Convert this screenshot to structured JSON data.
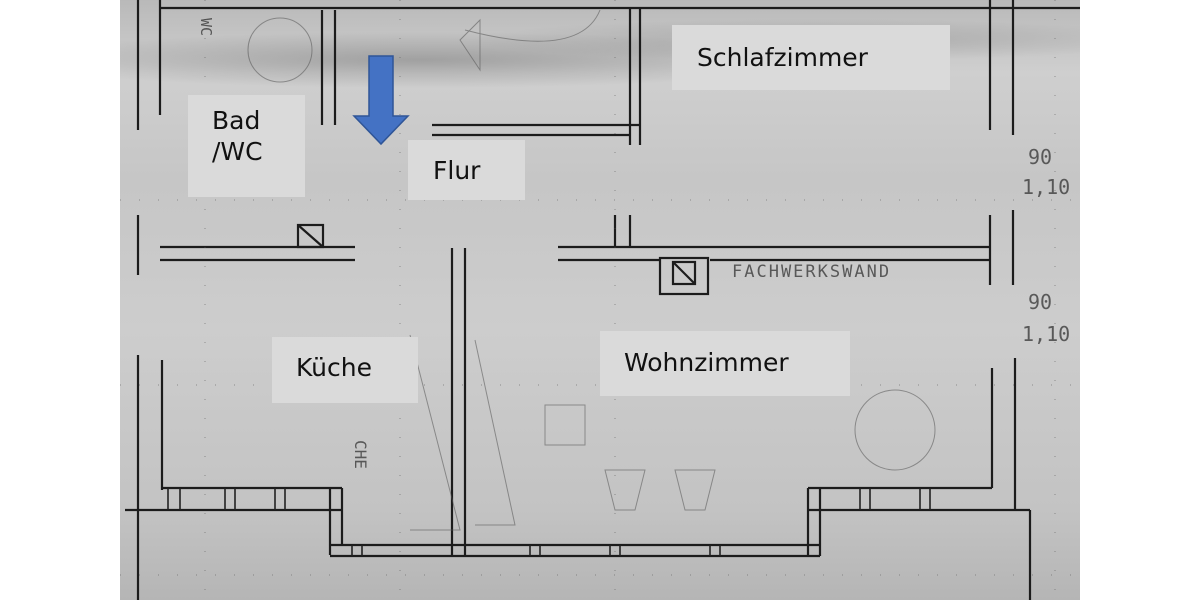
{
  "figure": {
    "type": "floor-plan",
    "background": "scanned hand-drawn architectural floor plan (grayscale)",
    "arrow": {
      "direction": "down",
      "color": "#4472C4",
      "icon": "arrow-down-icon"
    },
    "rooms": [
      {
        "id": "bad-wc",
        "lines": [
          "Bad",
          "/WC"
        ]
      },
      {
        "id": "flur",
        "label": "Flur"
      },
      {
        "id": "schlafzimmer",
        "label": "Schlafzimmer"
      },
      {
        "id": "kueche",
        "label": "Küche"
      },
      {
        "id": "wohnzimmer",
        "label": "Wohnzimmer"
      }
    ],
    "handwritten": {
      "wall_note": "FACHWERKSWAND",
      "dim_upper_1": "90",
      "dim_upper_2": "1,10",
      "dim_lower_1": "90",
      "dim_lower_2": "1,10",
      "wc_note": "WC",
      "kueche_note": "CHE"
    },
    "colors": {
      "label_bg": "#dadada",
      "label_text": "#111111",
      "arrow": "#4472C4",
      "lines": "#1a1a1a"
    }
  }
}
